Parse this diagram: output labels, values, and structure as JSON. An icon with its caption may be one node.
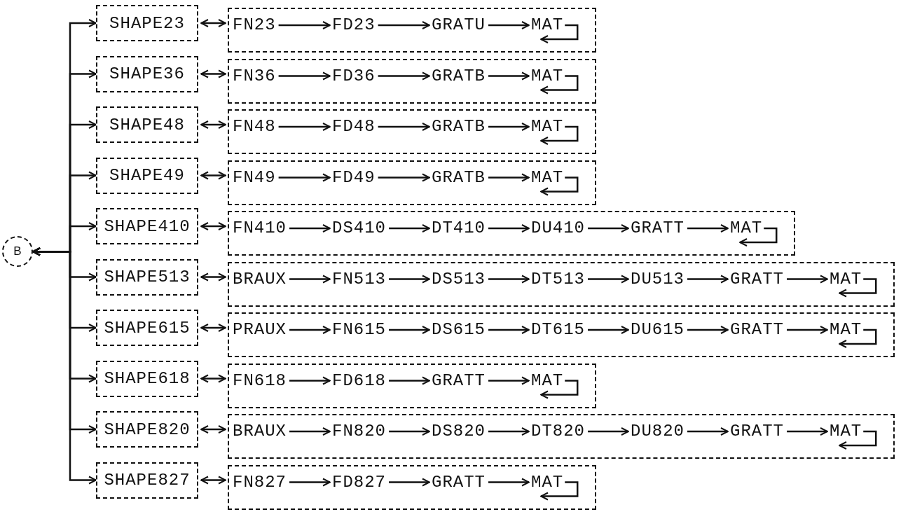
{
  "diagram": {
    "nodes": [
      {
        "text": [
          "B"
        ]
      },
      {
        "text": [
          "SHAPE23"
        ]
      },
      {
        "text": [],
        "shape": "box"
      },
      {
        "text": [
          "FN23"
        ],
        "in": 2
      },
      {
        "text": [
          "FD23"
        ],
        "in": 2
      },
      {
        "text": [
          "GRATU"
        ],
        "in": 2
      },
      {
        "text": [
          "MAT"
        ],
        "in": 2
      },
      {
        "text": [
          "SHAPE36"
        ]
      },
      {
        "text": [],
        "shape": "box"
      },
      {
        "text": [
          "FN36"
        ],
        "in": 8
      },
      {
        "text": [
          "FD36"
        ],
        "in": 8
      },
      {
        "text": [
          "GRATB"
        ],
        "in": 8
      },
      {
        "text": [
          "MAT"
        ],
        "in": 8
      },
      {
        "text": [
          "SHAPE48"
        ]
      },
      {
        "text": [],
        "shape": "box"
      },
      {
        "text": [
          "FN48"
        ],
        "in": 14
      },
      {
        "text": [
          "FD48"
        ],
        "in": 14
      },
      {
        "text": [
          "GRATB"
        ],
        "in": 14
      },
      {
        "text": [
          "MAT"
        ],
        "in": 14
      },
      {
        "text": [
          "SHAPE49"
        ]
      },
      {
        "text": [],
        "shape": "box"
      },
      {
        "text": [
          "FN49"
        ],
        "in": 20
      },
      {
        "text": [
          "FD49"
        ],
        "in": 20
      },
      {
        "text": [
          "GRATB"
        ],
        "in": 20
      },
      {
        "text": [
          "MAT"
        ],
        "in": 20
      },
      {
        "text": [
          "SHAPE410"
        ]
      },
      {
        "text": [],
        "shape": "box"
      },
      {
        "text": [
          "FN410"
        ],
        "in": 26
      },
      {
        "text": [
          "DS410"
        ],
        "in": 26
      },
      {
        "text": [
          "DT410"
        ],
        "in": 26
      },
      {
        "text": [
          "DU410"
        ],
        "in": 26
      },
      {
        "text": [
          "GRATT"
        ],
        "in": 26
      },
      {
        "text": [
          "MAT"
        ],
        "in": 26
      },
      {
        "text": [
          "SHAPE513"
        ]
      },
      {
        "text": [],
        "shape": "box"
      },
      {
        "text": [
          "BRAUX"
        ],
        "in": 34
      },
      {
        "text": [
          "FN513"
        ],
        "in": 34
      },
      {
        "text": [
          "DS513"
        ],
        "in": 34
      },
      {
        "text": [
          "DT513"
        ],
        "in": 34
      },
      {
        "text": [
          "DU513"
        ],
        "in": 34
      },
      {
        "text": [
          "GRATT"
        ],
        "in": 34
      },
      {
        "text": [
          "MAT"
        ],
        "in": 34
      },
      {
        "text": [
          "SHAPE615"
        ]
      },
      {
        "text": [],
        "shape": "box"
      },
      {
        "text": [
          "PRAUX"
        ],
        "in": 43
      },
      {
        "text": [
          "FN615"
        ],
        "in": 43
      },
      {
        "text": [
          "DS615"
        ],
        "in": 43
      },
      {
        "text": [
          "DT615"
        ],
        "in": 43
      },
      {
        "text": [
          "DU615"
        ],
        "in": 43
      },
      {
        "text": [
          "GRATT"
        ],
        "in": 43
      },
      {
        "text": [
          "MAT"
        ],
        "in": 43
      },
      {
        "text": [
          "SHAPE618"
        ]
      },
      {
        "text": [],
        "shape": "box"
      },
      {
        "text": [
          "FN618"
        ],
        "in": 52
      },
      {
        "text": [
          "FD618"
        ],
        "in": 52
      },
      {
        "text": [
          "GRATT"
        ],
        "in": 52
      },
      {
        "text": [
          "MAT"
        ],
        "in": 52
      },
      {
        "text": [
          "SHAPE820"
        ]
      },
      {
        "text": [],
        "shape": "box"
      },
      {
        "text": [
          "BRAUX"
        ],
        "in": 58
      },
      {
        "text": [
          "FN820"
        ],
        "in": 58
      },
      {
        "text": [
          "DS820"
        ],
        "in": 58
      },
      {
        "text": [
          "DT820"
        ],
        "in": 58
      },
      {
        "text": [
          "DU820"
        ],
        "in": 58
      },
      {
        "text": [
          "GRATT"
        ],
        "in": 58
      },
      {
        "text": [
          "MAT"
        ],
        "in": 58
      },
      {
        "text": [
          "SHAPE827"
        ]
      },
      {
        "text": [],
        "shape": "box"
      },
      {
        "text": [
          "FN827"
        ],
        "in": 67
      },
      {
        "text": [
          "FD827"
        ],
        "in": 67
      },
      {
        "text": [
          "GRATT"
        ],
        "in": 67
      },
      {
        "text": [
          "MAT"
        ],
        "in": 67
      }
    ],
    "edges": [
      {
        "from": 0,
        "to": 1,
        "arrow": "both"
      },
      {
        "from": 1,
        "to": 2,
        "arrow": "both"
      },
      {
        "from": 3,
        "to": 4,
        "arrow": "to"
      },
      {
        "from": 4,
        "to": 5,
        "arrow": "to"
      },
      {
        "from": 5,
        "to": 6,
        "arrow": "to"
      },
      {
        "from": 6,
        "to": 6,
        "arrow": "to"
      },
      {
        "from": 0,
        "to": 7,
        "arrow": "both"
      },
      {
        "from": 7,
        "to": 8,
        "arrow": "both"
      },
      {
        "from": 9,
        "to": 10,
        "arrow": "to"
      },
      {
        "from": 10,
        "to": 11,
        "arrow": "to"
      },
      {
        "from": 11,
        "to": 12,
        "arrow": "to"
      },
      {
        "from": 12,
        "to": 12,
        "arrow": "to"
      },
      {
        "from": 0,
        "to": 13,
        "arrow": "both"
      },
      {
        "from": 13,
        "to": 14,
        "arrow": "both"
      },
      {
        "from": 15,
        "to": 16,
        "arrow": "to"
      },
      {
        "from": 16,
        "to": 17,
        "arrow": "to"
      },
      {
        "from": 17,
        "to": 18,
        "arrow": "to"
      },
      {
        "from": 18,
        "to": 18,
        "arrow": "to"
      },
      {
        "from": 0,
        "to": 19,
        "arrow": "both"
      },
      {
        "from": 19,
        "to": 20,
        "arrow": "both"
      },
      {
        "from": 21,
        "to": 22,
        "arrow": "to"
      },
      {
        "from": 22,
        "to": 23,
        "arrow": "to"
      },
      {
        "from": 23,
        "to": 24,
        "arrow": "to"
      },
      {
        "from": 24,
        "to": 24,
        "arrow": "to"
      },
      {
        "from": 0,
        "to": 25,
        "arrow": "both"
      },
      {
        "from": 25,
        "to": 26,
        "arrow": "both"
      },
      {
        "from": 27,
        "to": 28,
        "arrow": "to"
      },
      {
        "from": 28,
        "to": 29,
        "arrow": "to"
      },
      {
        "from": 29,
        "to": 30,
        "arrow": "to"
      },
      {
        "from": 30,
        "to": 31,
        "arrow": "to"
      },
      {
        "from": 31,
        "to": 32,
        "arrow": "to"
      },
      {
        "from": 32,
        "to": 32,
        "arrow": "to"
      },
      {
        "from": 0,
        "to": 33,
        "arrow": "both"
      },
      {
        "from": 33,
        "to": 34,
        "arrow": "both"
      },
      {
        "from": 35,
        "to": 36,
        "arrow": "to"
      },
      {
        "from": 36,
        "to": 37,
        "arrow": "to"
      },
      {
        "from": 37,
        "to": 38,
        "arrow": "to"
      },
      {
        "from": 38,
        "to": 39,
        "arrow": "to"
      },
      {
        "from": 39,
        "to": 40,
        "arrow": "to"
      },
      {
        "from": 40,
        "to": 41,
        "arrow": "to"
      },
      {
        "from": 41,
        "to": 41,
        "arrow": "to"
      },
      {
        "from": 0,
        "to": 42,
        "arrow": "both"
      },
      {
        "from": 42,
        "to": 43,
        "arrow": "both"
      },
      {
        "from": 44,
        "to": 45,
        "arrow": "to"
      },
      {
        "from": 45,
        "to": 46,
        "arrow": "to"
      },
      {
        "from": 46,
        "to": 47,
        "arrow": "to"
      },
      {
        "from": 47,
        "to": 48,
        "arrow": "to"
      },
      {
        "from": 48,
        "to": 49,
        "arrow": "to"
      },
      {
        "from": 49,
        "to": 50,
        "arrow": "to"
      },
      {
        "from": 50,
        "to": 50,
        "arrow": "to"
      },
      {
        "from": 0,
        "to": 51,
        "arrow": "both"
      },
      {
        "from": 51,
        "to": 52,
        "arrow": "both"
      },
      {
        "from": 53,
        "to": 54,
        "arrow": "to"
      },
      {
        "from": 54,
        "to": 55,
        "arrow": "to"
      },
      {
        "from": 55,
        "to": 56,
        "arrow": "to"
      },
      {
        "from": 56,
        "to": 56,
        "arrow": "to"
      },
      {
        "from": 0,
        "to": 57,
        "arrow": "both"
      },
      {
        "from": 57,
        "to": 58,
        "arrow": "both"
      },
      {
        "from": 59,
        "to": 60,
        "arrow": "to"
      },
      {
        "from": 60,
        "to": 61,
        "arrow": "to"
      },
      {
        "from": 61,
        "to": 62,
        "arrow": "to"
      },
      {
        "from": 62,
        "to": 63,
        "arrow": "to"
      },
      {
        "from": 63,
        "to": 64,
        "arrow": "to"
      },
      {
        "from": 64,
        "to": 65,
        "arrow": "to"
      },
      {
        "from": 65,
        "to": 65,
        "arrow": "to"
      },
      {
        "from": 0,
        "to": 66,
        "arrow": "both"
      },
      {
        "from": 66,
        "to": 67,
        "arrow": "both"
      },
      {
        "from": 68,
        "to": 69,
        "arrow": "to"
      },
      {
        "from": 69,
        "to": 70,
        "arrow": "to"
      },
      {
        "from": 70,
        "to": 71,
        "arrow": "to"
      },
      {
        "from": 71,
        "to": 71,
        "arrow": "to"
      }
    ]
  }
}
